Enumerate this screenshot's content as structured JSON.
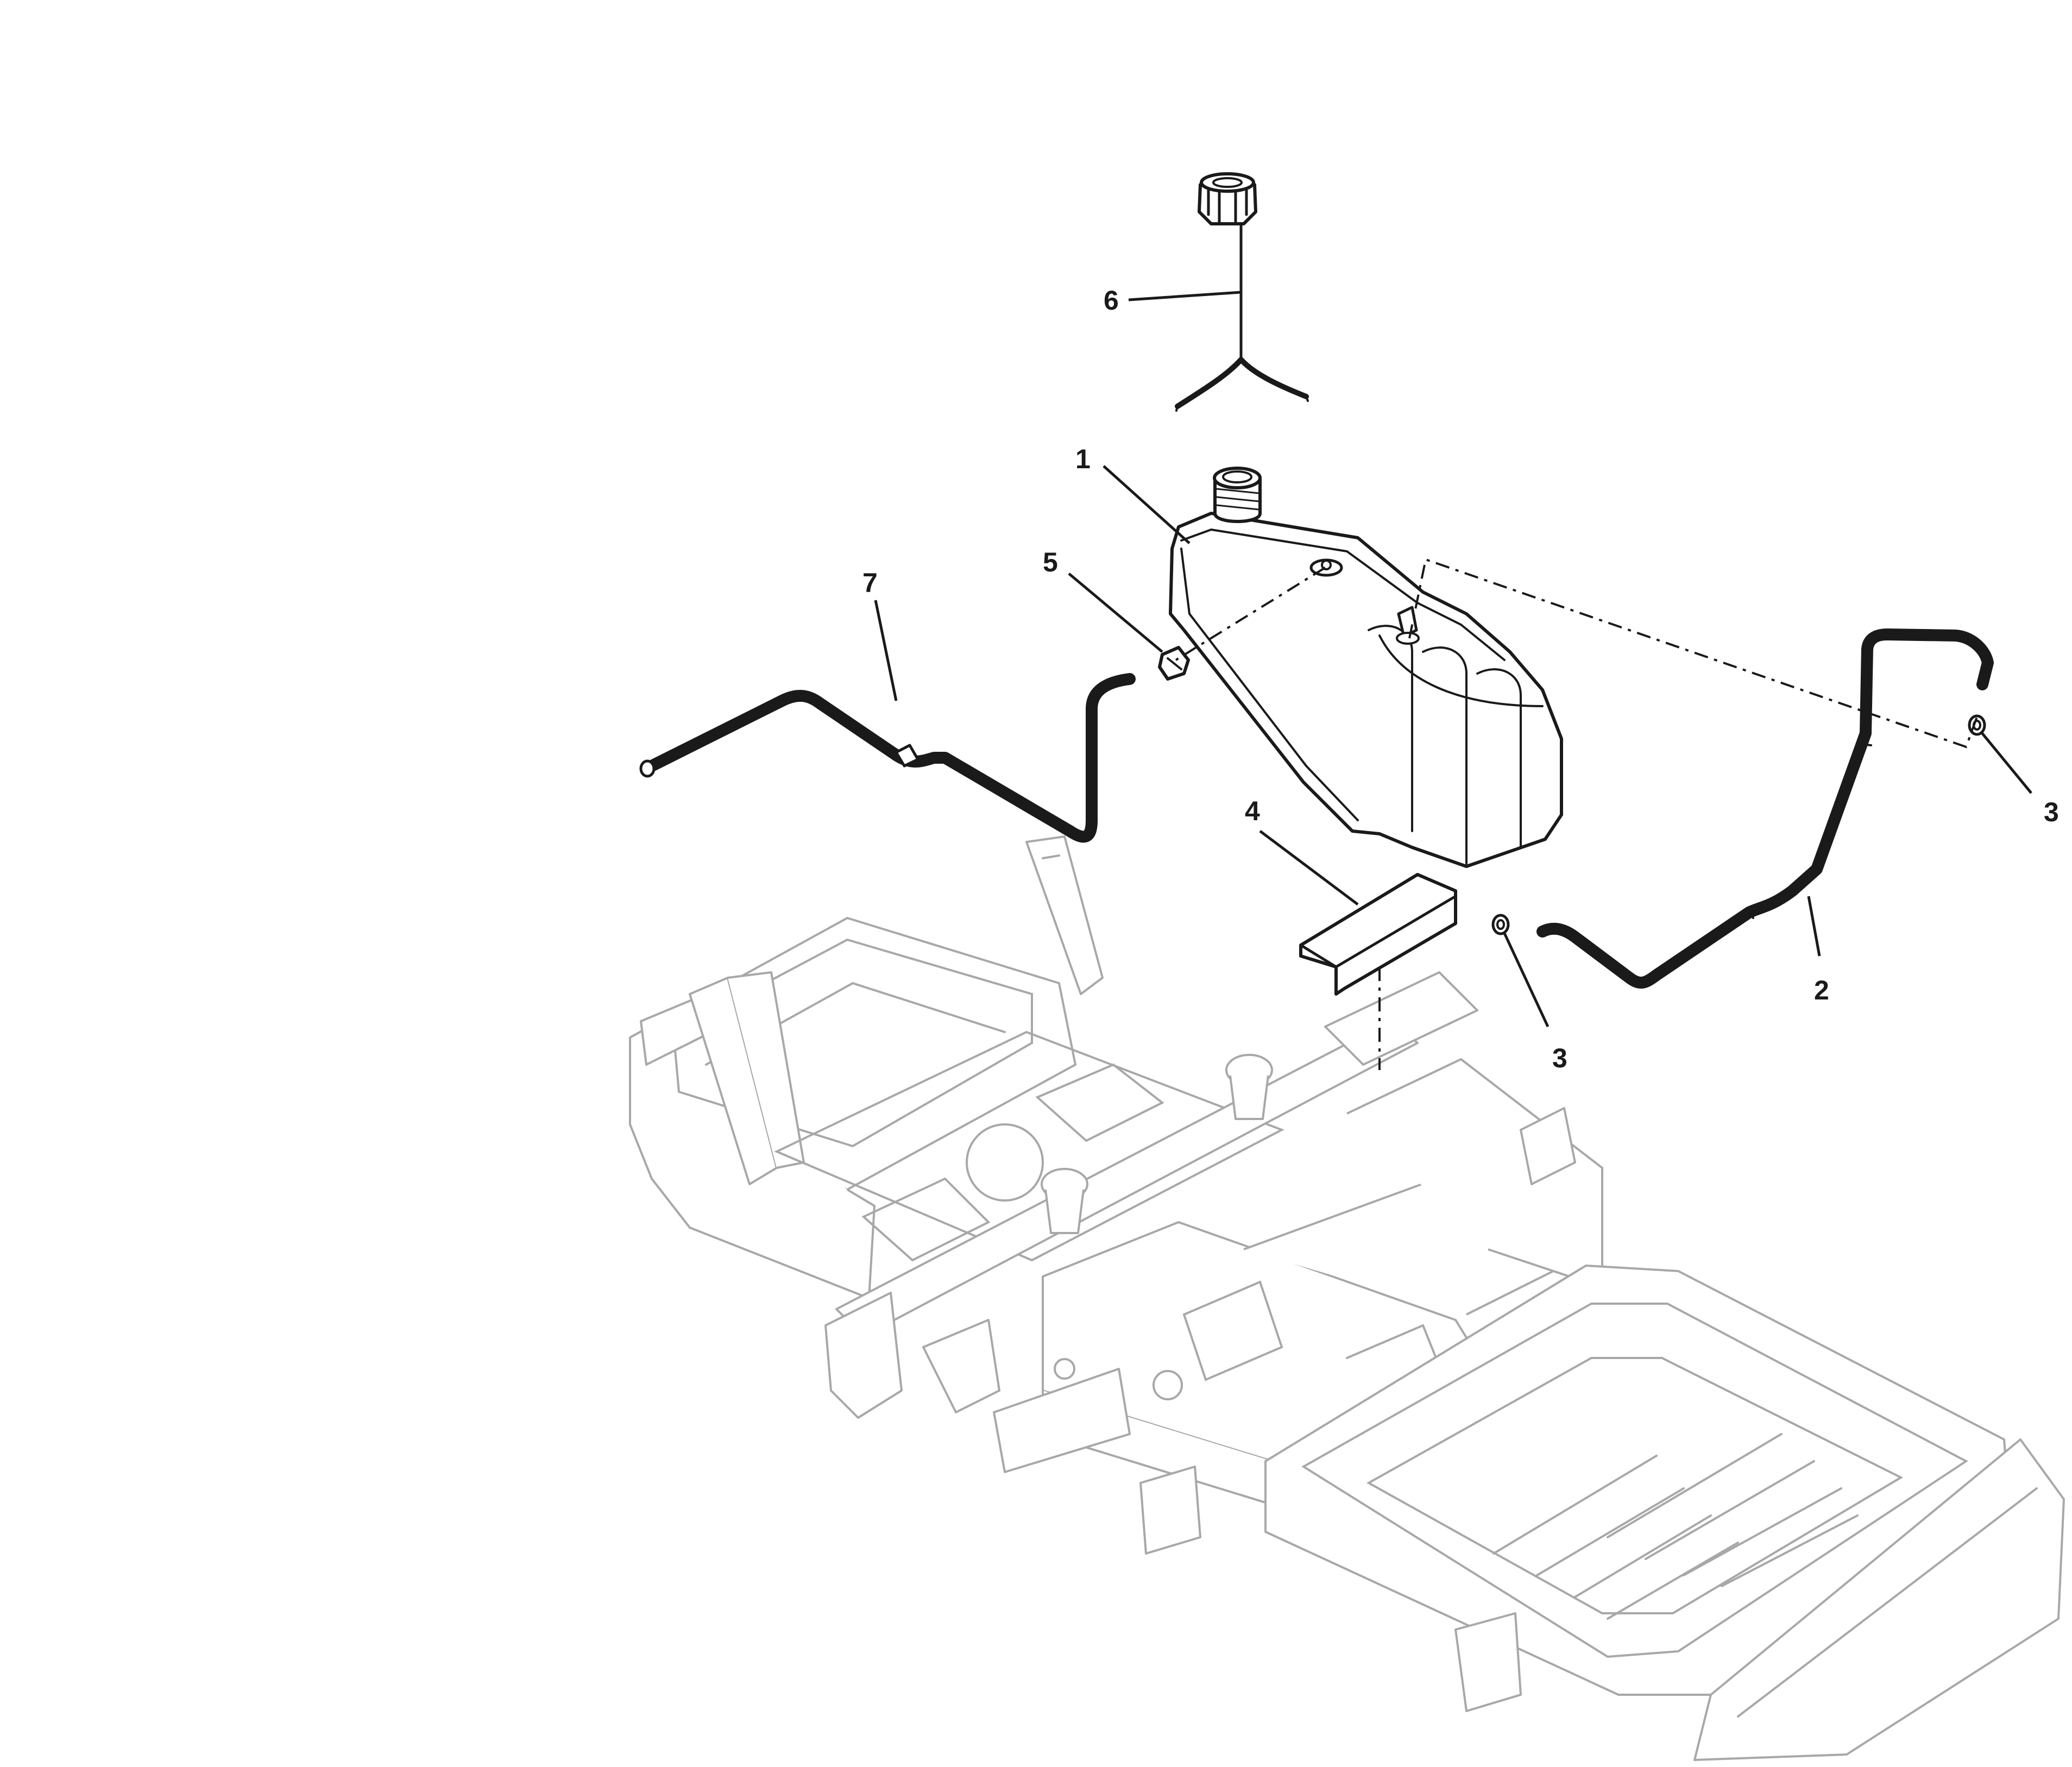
{
  "callouts": [
    {
      "id": "c1",
      "label": "1"
    },
    {
      "id": "c2",
      "label": "2"
    },
    {
      "id": "c3a",
      "label": "3"
    },
    {
      "id": "c3b",
      "label": "3"
    },
    {
      "id": "c4",
      "label": "4"
    },
    {
      "id": "c5",
      "label": "5"
    },
    {
      "id": "c6",
      "label": "6"
    },
    {
      "id": "c7",
      "label": "7"
    }
  ],
  "colors": {
    "parts": "#1a1a1a",
    "frame": "#a8a8a8",
    "background": "#ffffff"
  }
}
